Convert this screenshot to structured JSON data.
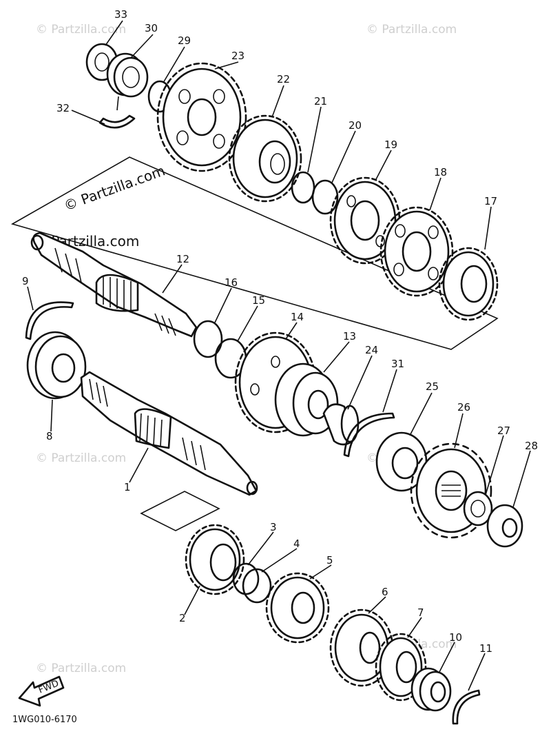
{
  "diagram_code": "1WG010-6170",
  "fwd_label": "FWD",
  "watermark": "© Partzilla.com",
  "watermark_main": "© Partzilla.com",
  "callouts": {
    "n1": "1",
    "n2": "2",
    "n3": "3",
    "n4": "4",
    "n5": "5",
    "n6": "6",
    "n7": "7",
    "n8": "8",
    "n9": "9",
    "n10": "10",
    "n11": "11",
    "n12": "12",
    "n13": "13",
    "n14": "14",
    "n15": "15",
    "n16": "16",
    "n17": "17",
    "n18": "18",
    "n19": "19",
    "n20": "20",
    "n21": "21",
    "n22": "22",
    "n23": "23",
    "n24": "24",
    "n25": "25",
    "n26": "26",
    "n27": "27",
    "n28": "28",
    "n29": "29",
    "n30": "30",
    "n31": "31",
    "n32": "32",
    "n33": "33"
  }
}
